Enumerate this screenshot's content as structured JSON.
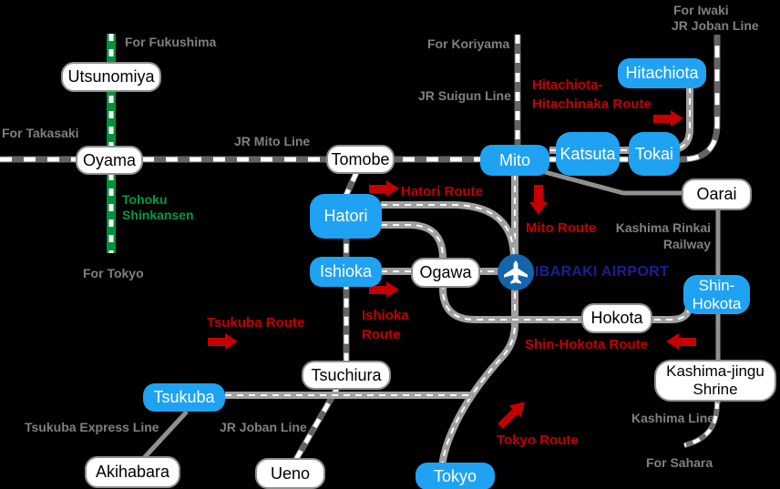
{
  "stations": {
    "utsunomiya": "Utsunomiya",
    "oyama": "Oyama",
    "tomobe": "Tomobe",
    "oarai": "Oarai",
    "ogawa": "Ogawa",
    "hokota": "Hokota",
    "tsuchiura": "Tsuchiura",
    "kashima_jingu_1": "Kashima-jingu",
    "kashima_jingu_2": "Shrine",
    "akihabara": "Akihabara",
    "ueno": "Ueno",
    "hitachiota": "Hitachiota",
    "mito": "Mito",
    "katsuta": "Katsuta",
    "tokai": "Tokai",
    "hatori": "Hatori",
    "ishioka": "Ishioka",
    "shin_hokota_1": "Shin-",
    "shin_hokota_2": "Hokota",
    "tsukuba": "Tsukuba",
    "tokyo": "Tokyo"
  },
  "bus_routes": {
    "hitachiota_1": "Hitachiota-",
    "hitachiota_2": "Hitachinaka Route",
    "hatori": "Hatori Route",
    "mito": "Mito Route",
    "tsukuba": "Tsukuba Route",
    "ishioka_1": "Ishioka",
    "ishioka_2": "Route",
    "shin_hokota": "Shin-Hokota Route",
    "tokyo": "Tokyo Route"
  },
  "rail_labels": {
    "for_fukushima": "For Fukushima",
    "for_takasaki": "For Takasaki",
    "jr_mito_line": "JR Mito Line",
    "for_koriyama": "For Koriyama",
    "jr_suigun_line": "JR Suigun Line",
    "for_iwaki": "For Iwaki",
    "jr_joban_line_north": "JR Joban Line",
    "tohoku_1": "Tohoku",
    "tohoku_2": "Shinkansen",
    "for_tokyo": "For Tokyo",
    "kashima_rinkai_1": "Kashima Rinkai",
    "kashima_rinkai_2": "Railway",
    "tsukuba_express_line": "Tsukuba Express Line",
    "jr_joban_line_south": "JR Joban Line",
    "kashima_line": "Kashima Line",
    "for_sahara": "For Sahara"
  },
  "airport": {
    "name": "IBARAKI AIRPORT"
  },
  "colors": {
    "station_blue": "#1FA2F2",
    "route_red": "#C40000",
    "label_gray": "#808080",
    "shinkansen_green": "#00913D",
    "rail_dark_gray": "#646464",
    "road_gray": "#A0A0A0",
    "solid_rail_gray": "#909090",
    "airport_text_navy": "#1D1D96",
    "airport_icon_blue": "#1366AC"
  }
}
